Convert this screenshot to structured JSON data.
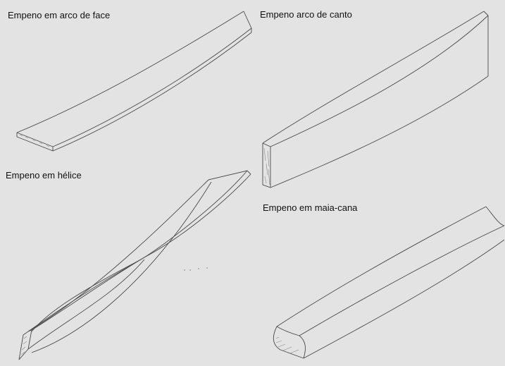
{
  "labels": {
    "face": "Empeno em arco de face",
    "canto": "Empeno arco de canto",
    "helice": "Empeno em hélice",
    "maia_cana": "Empeno em maia-cana"
  }
}
